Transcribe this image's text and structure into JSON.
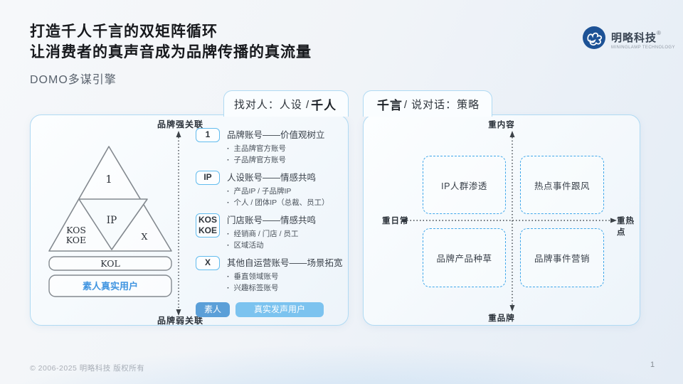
{
  "slide": {
    "title_line1": "打造千人千言的双矩阵循环",
    "title_line2": "让消费者的真声音成为品牌传播的真流量",
    "subtitle": "DOMO多谋引擎"
  },
  "logo": {
    "brand_name": "明略科技",
    "registered": "®",
    "brand_subtext": "MININGLAMP TECHNOLOGY",
    "brand_color": "#1d5296"
  },
  "left_panel": {
    "tab_prefix": "找对人：人设 / ",
    "tab_highlight": "千人",
    "axis_top_label": "品牌强关联",
    "axis_bottom_label": "品牌弱关联",
    "pyramid": {
      "tier1": "1",
      "tier2_center": "IP",
      "tier2_left_line1": "KOS",
      "tier2_left_line2": "KOE",
      "tier2_right": "X",
      "tier3": "KOL",
      "tier4": "素人真实用户"
    },
    "account_types": [
      {
        "badge": "1",
        "title": "品牌账号——价值观树立",
        "bullets": [
          "主品牌官方账号",
          "子品牌官方账号"
        ]
      },
      {
        "badge": "IP",
        "title": "人设账号——情感共鸣",
        "bullets": [
          "产品IP / 子品牌IP",
          "个人 / 团体IP（总裁、员工）"
        ]
      },
      {
        "badge": "KOS KOE",
        "title": "门店账号——情感共鸣",
        "bullets": [
          "经销商 / 门店 / 员工",
          "区域活动"
        ]
      },
      {
        "badge": "X",
        "title": "其他自运营账号——场景拓宽",
        "bullets": [
          "垂直领域账号",
          "兴趣标签账号"
        ]
      }
    ],
    "pills": [
      {
        "label": "素人",
        "color": "#5b9fd8"
      },
      {
        "label": "真实发声用户",
        "color": "#7cc3ef"
      }
    ]
  },
  "right_panel": {
    "tab_highlight": "千言",
    "tab_suffix": " / 说对话：策略",
    "matrix": {
      "axis_top": "重内容",
      "axis_bottom": "重品牌",
      "axis_left": "重日常",
      "axis_right": "重热点",
      "quadrants": [
        {
          "position": "top-left",
          "label": "IP人群渗透"
        },
        {
          "position": "top-right",
          "label": "热点事件跟风"
        },
        {
          "position": "bottom-left",
          "label": "品牌产品种草"
        },
        {
          "position": "bottom-right",
          "label": "品牌事件营销"
        }
      ]
    }
  },
  "footer": {
    "copyright": "© 2006-2025 明略科技 版权所有",
    "page_number": "1"
  },
  "colors": {
    "accent_blue": "#3fa7ea",
    "badge_border": "#63bcee",
    "panel_border": "#b0daf3",
    "highlight_text_blue": "#3f94e0"
  }
}
